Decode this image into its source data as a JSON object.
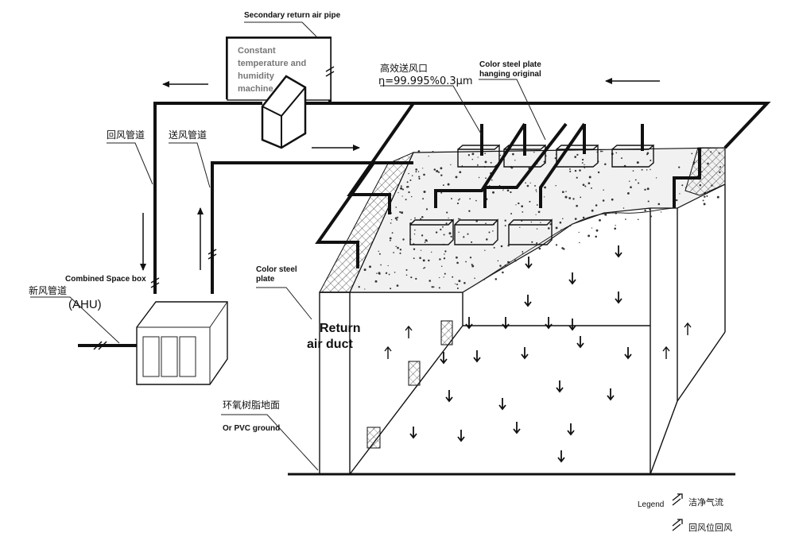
{
  "labels": {
    "secondary_return": "Secondary return air pipe",
    "constant_machine_1": "Constant",
    "constant_machine_2": "temperature and",
    "constant_machine_3": "humidity",
    "constant_machine_4": "machine",
    "hepa_cn": "高效送风口",
    "hepa_eff": "η=99.995%0.3μm",
    "color_steel_hanging_1": "Color steel plate",
    "color_steel_hanging_2": "hanging original",
    "return_duct_cn": "回风管道",
    "supply_duct_cn": "送风管道",
    "combined_box": "Combined Space box",
    "fresh_air_cn": "新风管道",
    "ahu": "(AHU)",
    "color_steel_1": "Color steel",
    "color_steel_2": "plate",
    "return_air_1": "Return",
    "return_air_2": "air duct",
    "epoxy_cn": "环氧树脂地面",
    "pvc": "Or PVC ground",
    "legend": "Legend",
    "legend_clean_cn": "洁净气流",
    "legend_return_cn": "回风位回风"
  },
  "colors": {
    "ink": "#111111",
    "speckle": "#333333",
    "hatch": "#444444"
  }
}
